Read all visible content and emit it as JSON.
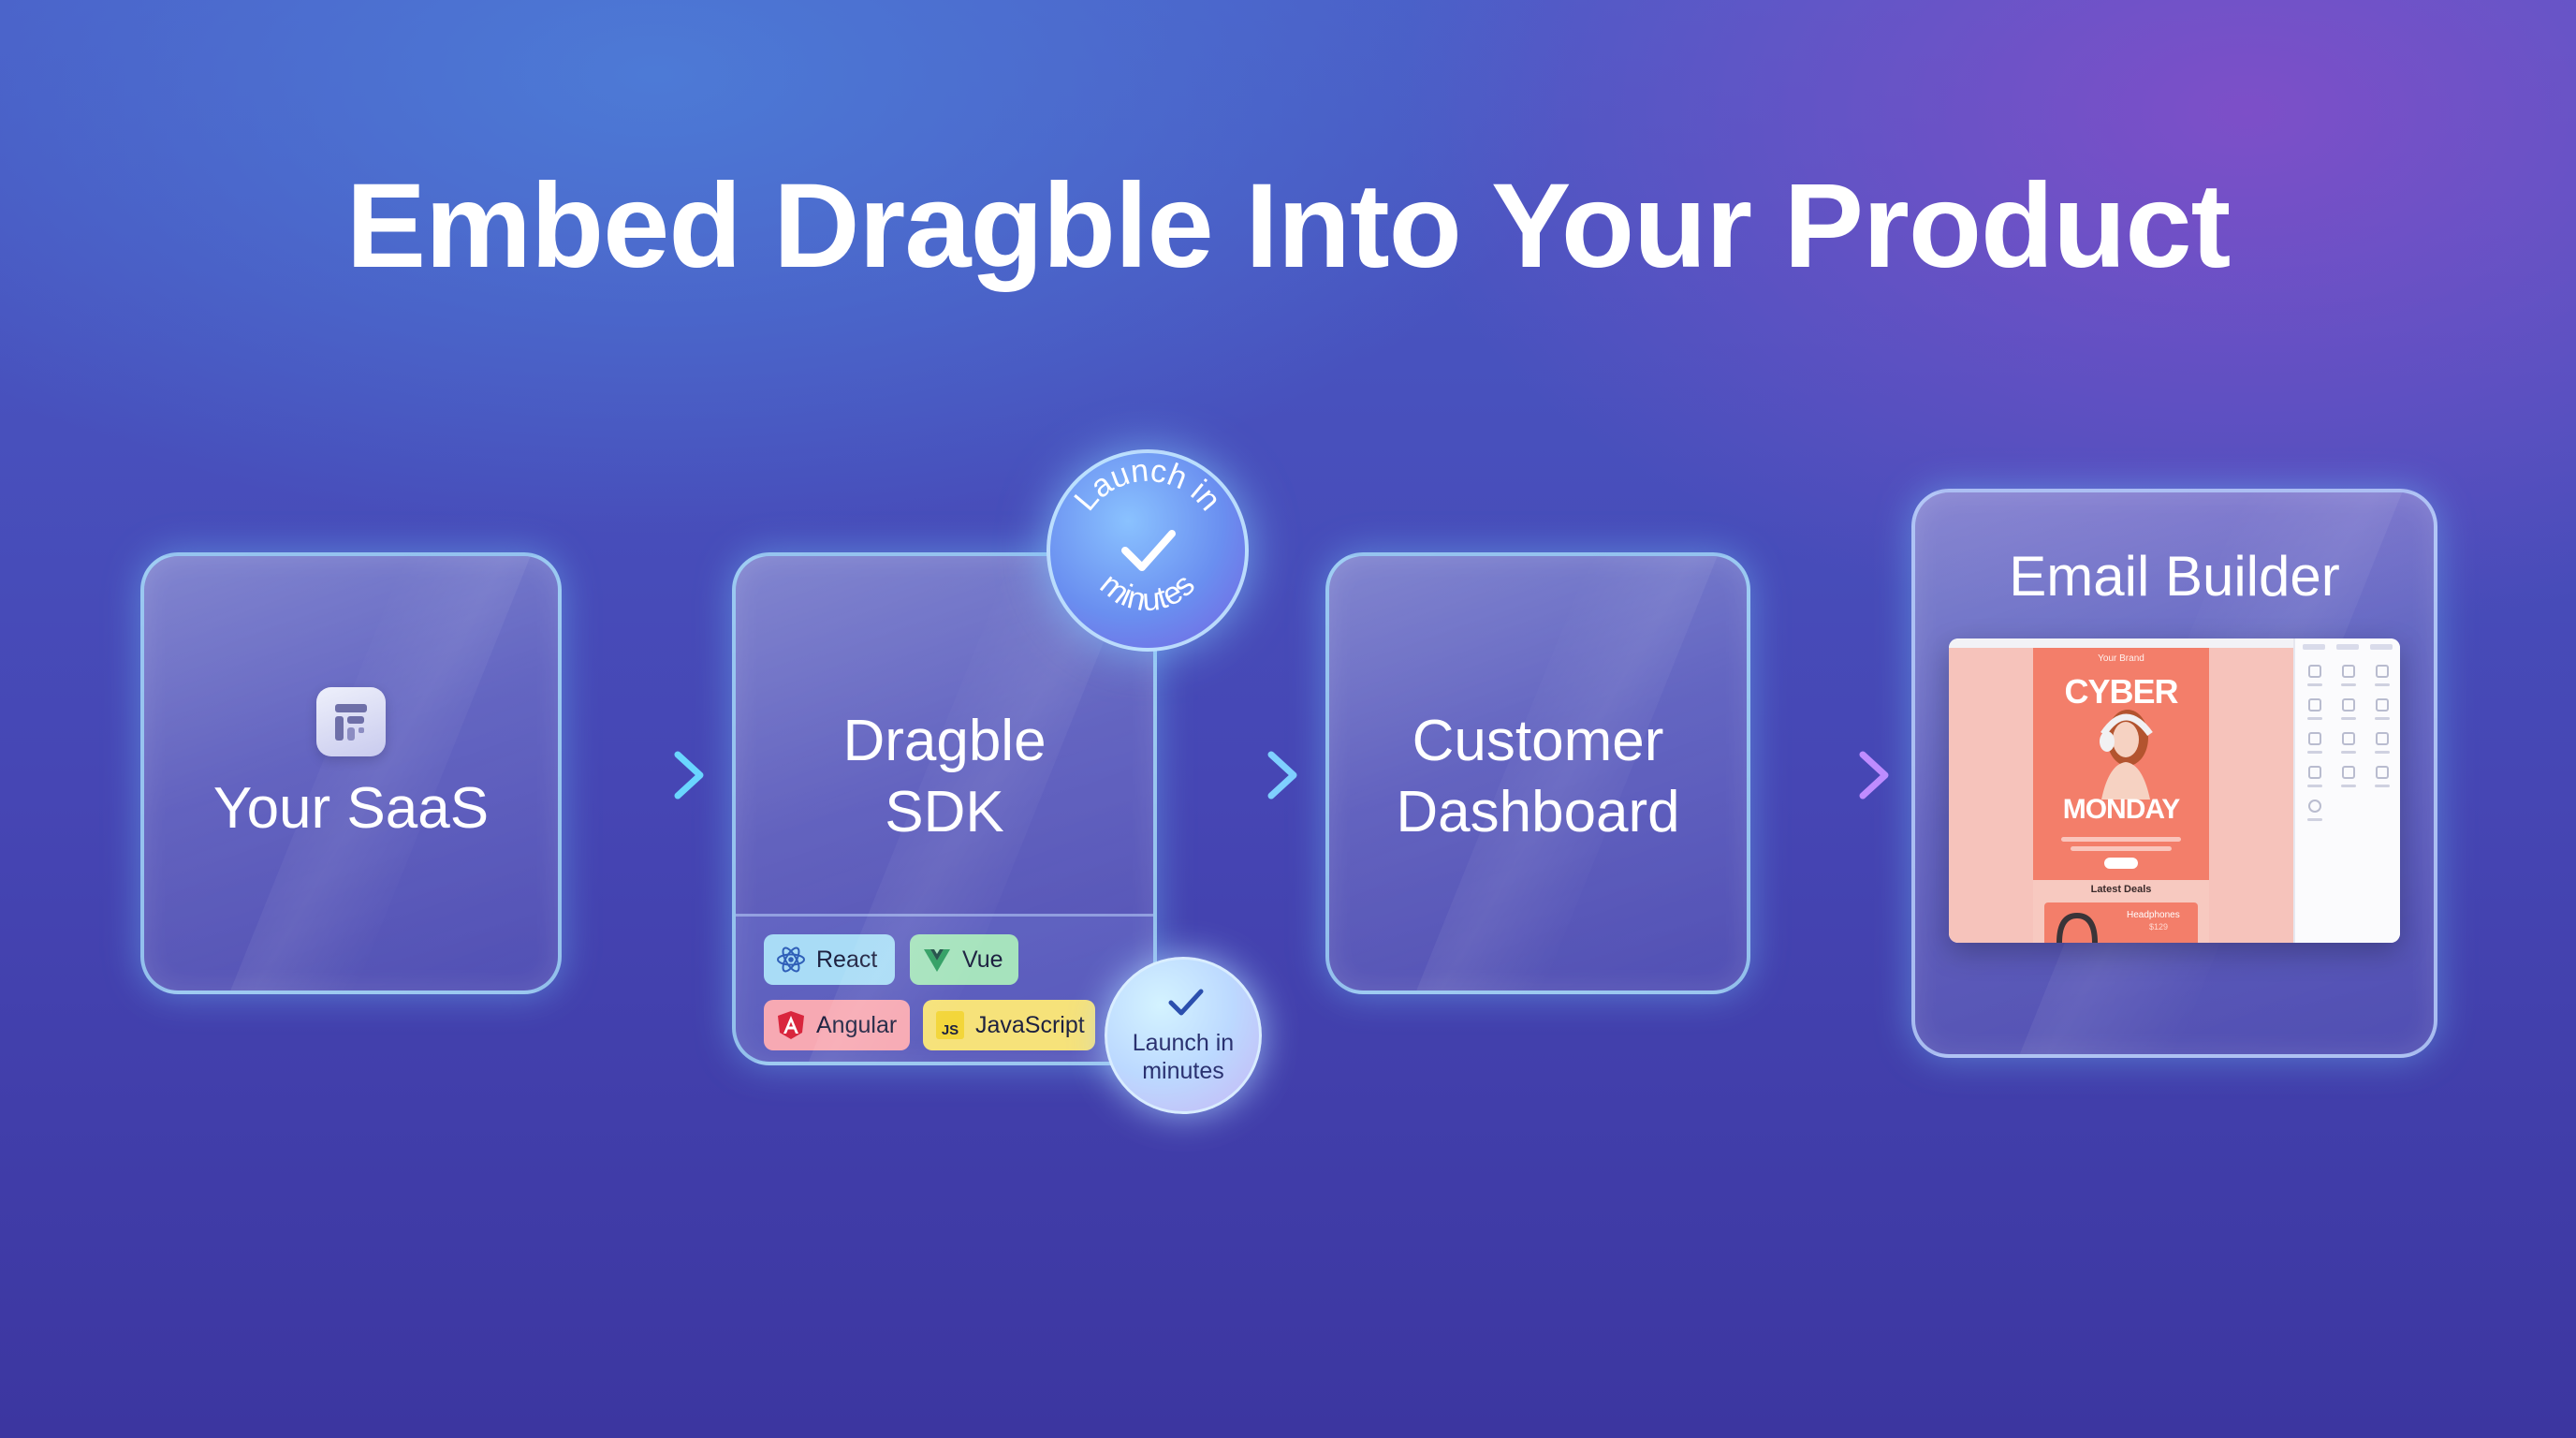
{
  "title": "Embed Dragble Into Your Product",
  "steps": {
    "saas": {
      "label": "Your SaaS",
      "icon": "dragble-logo-icon"
    },
    "sdk": {
      "label_line1": "Dragble",
      "label_line2": "SDK",
      "frameworks": [
        {
          "label": "React",
          "icon": "react-icon",
          "color": "#a9dcf6"
        },
        {
          "label": "Vue",
          "icon": "vue-icon",
          "color": "#a6e3bd"
        },
        {
          "label": "Angular",
          "icon": "angular-icon",
          "color": "#f7a9b3"
        },
        {
          "label": "JavaScript",
          "icon": "javascript-icon",
          "color": "#f6e27a"
        }
      ]
    },
    "dashboard": {
      "label_line1": "Customer",
      "label_line2": "Dashboard"
    },
    "email_builder": {
      "label": "Email Builder",
      "preview": {
        "brand": "Your Brand",
        "headline_top": "CYBER",
        "headline_bottom": "MONDAY",
        "section": "Latest Deals",
        "product": "Headphones",
        "price": "$129"
      }
    }
  },
  "badges": {
    "top": {
      "line1": "Launch in",
      "line2": "minutes",
      "icon": "check-icon"
    },
    "bottom": {
      "line1": "Launch in",
      "line2": "minutes",
      "icon": "check-icon"
    }
  },
  "colors": {
    "arrow_start": "#5fd0ff",
    "arrow_end": "#c08cff",
    "card_border": "#aae6ff"
  }
}
